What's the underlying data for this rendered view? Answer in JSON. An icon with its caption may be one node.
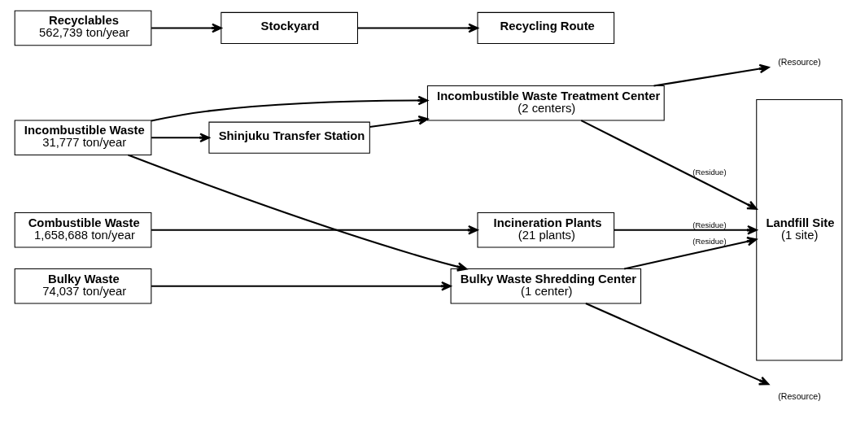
{
  "diagram": {
    "nodes": [
      {
        "text": [
          "Combustible Waste",
          "1,658,688 ton/year"
        ]
      },
      {
        "text": [
          "Incineration Plants",
          "(21 plants)"
        ]
      },
      {
        "text": [
          "Landfill Site",
          "(1 site)"
        ]
      },
      {
        "text": [
          "Shinjuku Transfer Station"
        ]
      },
      {
        "text": [
          "Incombustible Waste",
          "31,777 ton/year"
        ]
      },
      {
        "text": [
          "Incombustible Waste Treatment Center",
          "(2 centers)"
        ]
      },
      {
        "text": [
          "(Resource)"
        ]
      },
      {
        "text": [
          "Bulky Waste",
          "74,037 ton/year"
        ]
      },
      {
        "text": [
          "Bulky Waste Shredding Center",
          "(1 center)"
        ]
      },
      {
        "text": [
          "(Resource)"
        ]
      },
      {
        "text": [
          "Recyclables",
          "562,739 ton/year"
        ]
      },
      {
        "text": [
          "Stockyard"
        ]
      },
      {
        "text": [
          "Recycling Route"
        ]
      }
    ],
    "edges": [
      {
        "from": 0,
        "to": 1,
        "arrow": "to"
      },
      {
        "from": 1,
        "to": 2,
        "arrow": "to",
        "label": "(Residue)"
      },
      {
        "from": 4,
        "to": 3,
        "arrow": "to"
      },
      {
        "from": 3,
        "to": 5,
        "arrow": "to"
      },
      {
        "from": 4,
        "to": 5,
        "arrow": "to"
      },
      {
        "from": 4,
        "to": 8,
        "arrow": "to"
      },
      {
        "from": 5,
        "to": 6,
        "arrow": "to"
      },
      {
        "from": 5,
        "to": 2,
        "arrow": "to",
        "label": "(Residue)"
      },
      {
        "from": 7,
        "to": 8,
        "arrow": "to"
      },
      {
        "from": 8,
        "to": 9,
        "arrow": "to"
      },
      {
        "from": 8,
        "to": 2,
        "arrow": "to",
        "label": "(Residue)"
      },
      {
        "from": 10,
        "to": 11,
        "arrow": "to"
      },
      {
        "from": 11,
        "to": 12,
        "arrow": "to"
      }
    ]
  }
}
